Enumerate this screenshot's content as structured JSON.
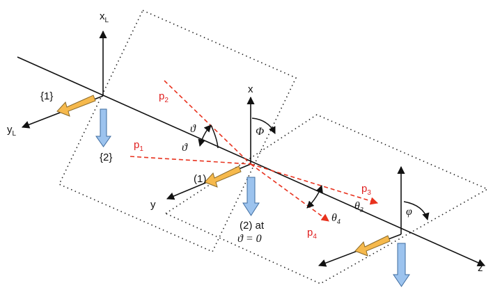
{
  "labels": {
    "x_lab_axis": "x",
    "x_lab_sub": "L",
    "y_lab_axis": "y",
    "y_lab_sub": "L",
    "pol_1": "{1}",
    "pol_2": "{2}",
    "x_axis": "x",
    "y_axis": "y",
    "z_axis": "z",
    "p1": "p",
    "p1_sub": "1",
    "p2": "p",
    "p2_sub": "2",
    "p3": "p",
    "p3_sub": "3",
    "p4": "p",
    "p4_sub": "4",
    "theta_upper": "ϑ",
    "theta_lower": "ϑ",
    "Phi": "Φ",
    "phi": "φ",
    "theta3": "θ",
    "theta3_sub": "3",
    "theta4": "θ",
    "theta4_sub": "4",
    "label_1": "(1)",
    "label_2_at": "(2) at",
    "label_theta_zero": "ϑ = 0"
  },
  "colors": {
    "momentum_lines": "#e8321e",
    "polarization_1_arrow": "#f6b94c",
    "polarization_2_arrow": "#9cc3ee",
    "axes": "#111111"
  }
}
